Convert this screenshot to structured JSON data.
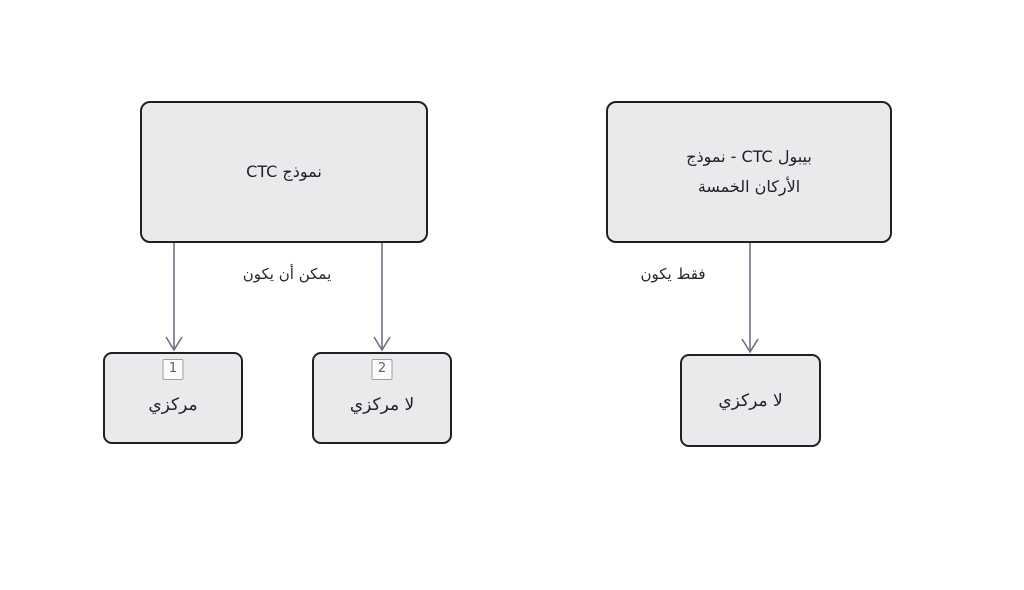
{
  "diagram_left": {
    "root_label": "نموذج CTC",
    "edge_label": "يمكن أن يكون",
    "nodes": [
      {
        "badge": "1",
        "label": "مركزي"
      },
      {
        "badge": "2",
        "label": "لا مركزي"
      }
    ]
  },
  "diagram_right": {
    "root_label": "بيبول CTC - نموذج\nالأركان الخمسة",
    "edge_label": "فقط يكون",
    "node_label": "لا مركزي"
  },
  "colors": {
    "node_fill": "#e8eaec",
    "node_border": "#1f2124",
    "arrow": "#6b7280",
    "badge_border": "#9aa0a6",
    "background": "#ffffff"
  }
}
